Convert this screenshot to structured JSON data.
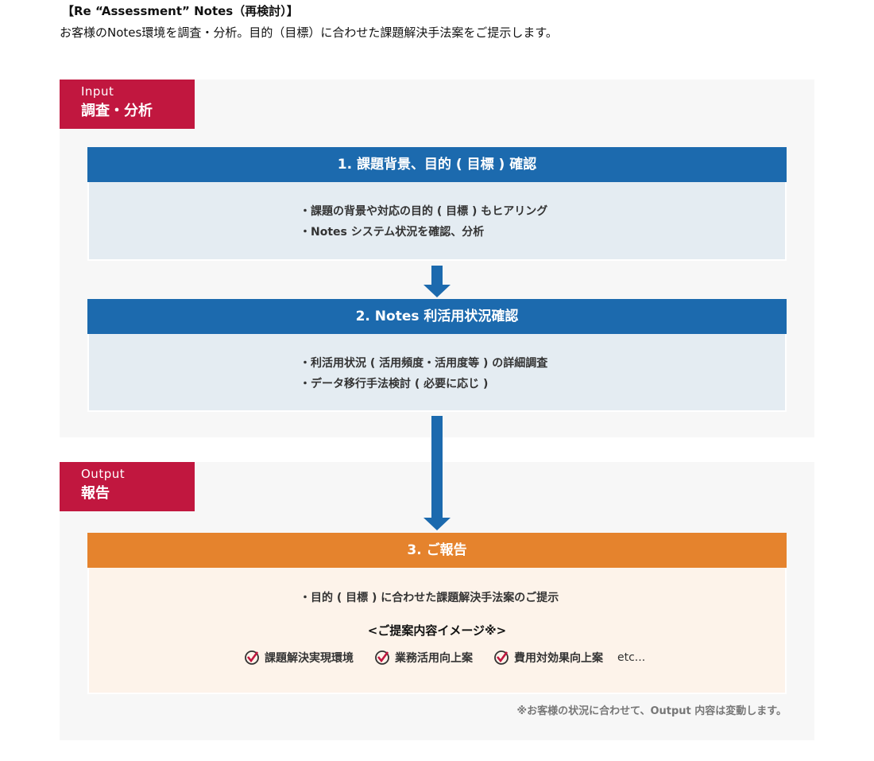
{
  "header": {
    "title": "【Re “Assessment” Notes（再検討）】",
    "subtitle": "お客様のNotes環境を調査・分析。目的（目標）に合わせた課題解決手法案をご提示します。"
  },
  "input": {
    "tag_en": "Input",
    "tag_jp": "調査・分析",
    "steps": [
      {
        "title": "1. 課題背景、目的 ( 目標 ) 確認",
        "items": [
          "・課題の背景や対応の目的 ( 目標 ) もヒアリング",
          "・Notes システム状況を確認、分析"
        ]
      },
      {
        "title": "2. Notes 利活用状況確認",
        "items": [
          "・利活用状況 ( 活用頻度・活用度等 ) の詳細調査",
          "・データ移行手法検討 ( 必要に応じ )"
        ]
      }
    ]
  },
  "output": {
    "tag_en": "Output",
    "tag_jp": "報告",
    "step": {
      "title": "3. ご報告",
      "items": [
        "・目的 ( 目標 ) に合わせた課題解決手法案のご提示"
      ],
      "image_heading": "<ご提案内容イメージ※>",
      "checks": [
        "課題解決実現環境",
        "業務活用向上案",
        "費用対効果向上案"
      ],
      "etc": "etc..."
    },
    "note": "※お客様の状況に合わせて、Output 内容は変動します。"
  },
  "colors": {
    "red": "#c1173f",
    "blue": "#1c6aae",
    "orange": "#e5832d"
  }
}
